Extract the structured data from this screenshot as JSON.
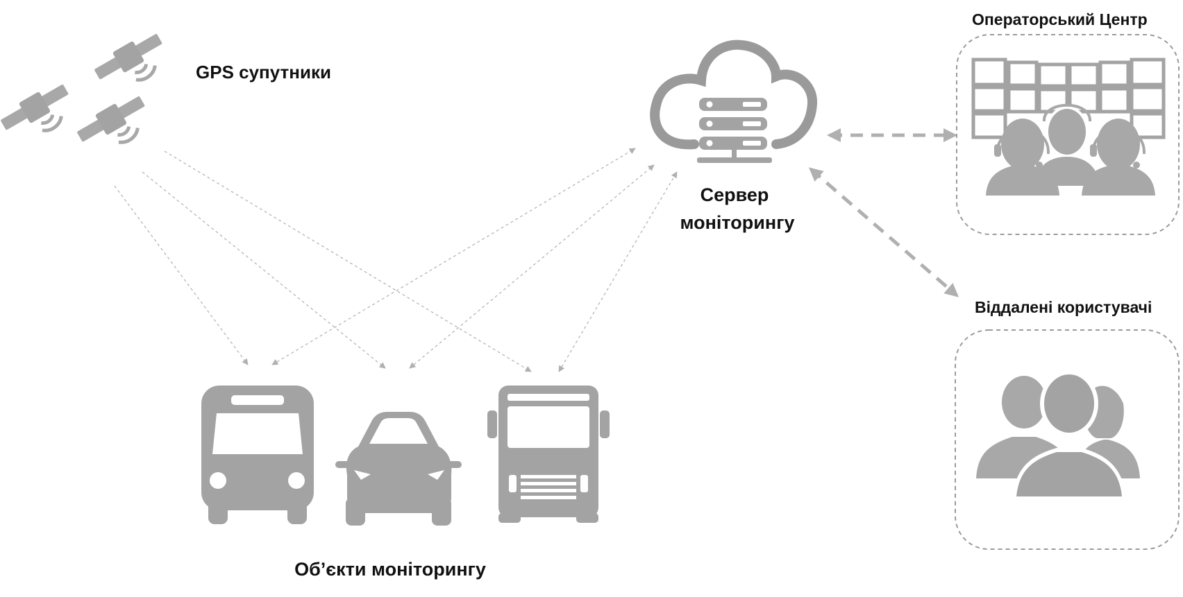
{
  "labels": {
    "satellites": "GPS супутники",
    "server_line1": "Сервер",
    "server_line2": "моніторингу",
    "operator_center": "Операторський  Центр",
    "remote_users": "Віддалені користувачі",
    "objects": "Об’єкти моніторингу"
  },
  "colors": {
    "icon_gray": "#a3a3a3",
    "icon_dark": "#9a9a9a",
    "line_gray": "#b5b5b5",
    "text": "#111111"
  },
  "icons": {
    "satellite": "satellite-icon",
    "cloud_server": "cloud-server-icon",
    "bus": "bus-icon",
    "car": "car-icon",
    "truck": "truck-icon",
    "operators": "operators-icon",
    "video_wall": "video-wall-icon",
    "users": "users-group-icon"
  }
}
